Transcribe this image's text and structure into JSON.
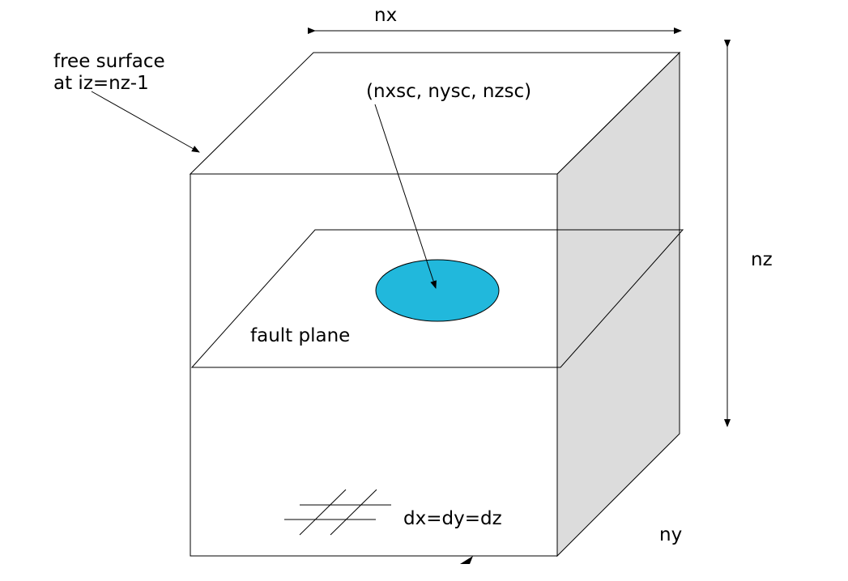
{
  "labels": {
    "nx": "nx",
    "ny": "ny",
    "nz": "nz",
    "free_surface_line1": "free surface",
    "free_surface_line2": "at iz=nz-1",
    "source_point": "(nxsc, nysc, nzsc)",
    "fault_plane": "fault plane",
    "grid_spacing": "dx=dy=dz"
  },
  "colors": {
    "source_fill": "#21b8dc",
    "side_face_fill": "#dcdcdc",
    "line": "#000000"
  },
  "icons": {
    "grid_symbol": "hash-grid-icon"
  }
}
